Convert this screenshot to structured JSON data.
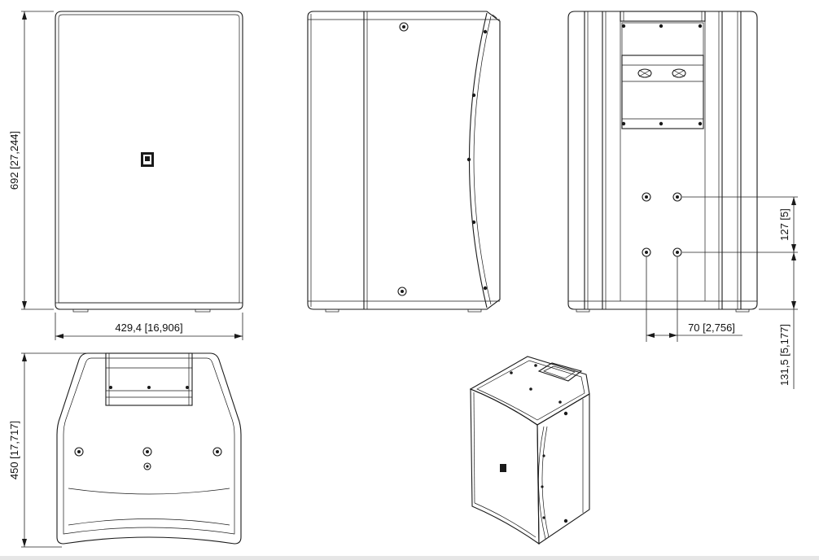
{
  "dimensions": {
    "height": "692 [27,244]",
    "width": "429,4 [16,906]",
    "hole_vertical_spacing": "127 [5]",
    "hole_horizontal_spacing": "70 [2,756]",
    "hole_offset": "131,5 [5,177]",
    "depth": "450 [17,717]"
  },
  "colors": {
    "line": "#1a1a1a",
    "background": "#ffffff"
  }
}
